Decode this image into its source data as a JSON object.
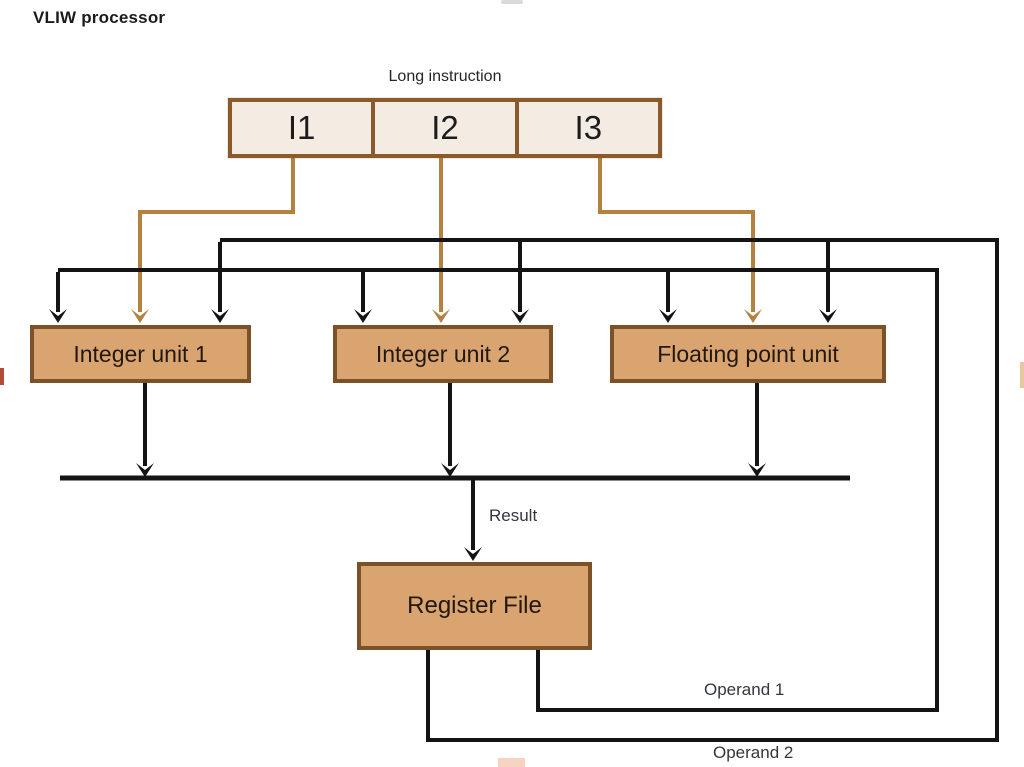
{
  "title": "VLIW processor",
  "instruction": {
    "label": "Long instruction",
    "cells": [
      {
        "label": "I1"
      },
      {
        "label": "I2"
      },
      {
        "label": "I3"
      }
    ]
  },
  "units": [
    {
      "label": "Integer unit 1"
    },
    {
      "label": "Integer unit 2"
    },
    {
      "label": "Floating point unit"
    }
  ],
  "register_file": {
    "label": "Register File"
  },
  "buses": {
    "result_label": "Result",
    "operand1_label": "Operand 1",
    "operand2_label": "Operand 2"
  },
  "colors": {
    "instruction_fill": "#f4ece3",
    "instruction_border": "#8a5a2b",
    "unit_fill": "#d9a46f",
    "unit_border": "#7b5228",
    "dispatch_line_brown": "#b5813e",
    "bus_line_black": "#141414"
  }
}
